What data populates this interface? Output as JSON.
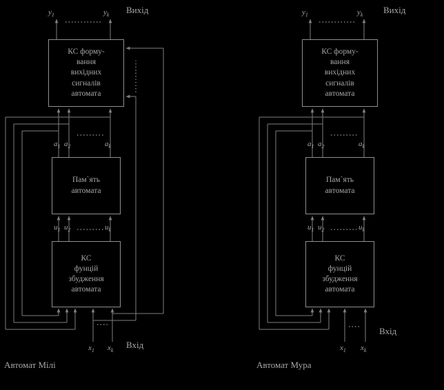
{
  "colors": {
    "background": "#000000",
    "line": "#7f7f7f",
    "border": "#8f8f8f",
    "text": "#a6a6a6"
  },
  "diagrams": [
    {
      "id": "mealy",
      "caption": "Автомат Мілі",
      "output_word": "Вихід",
      "input_word": "Вхід",
      "blocks": {
        "output_circuit": "КС форму-\nвання\nвихідних\nсигналів\nавтомата",
        "memory": "Пам`ять\nавтомата",
        "excitation": "КС\nфунцій\nзбудження\nавтомата"
      },
      "signals": {
        "y": [
          {
            "base": "y",
            "sub": "1"
          },
          {
            "base": "y",
            "sub": "k"
          }
        ],
        "a": [
          {
            "base": "a",
            "sub": "1"
          },
          {
            "base": "a",
            "sub": "2"
          },
          {
            "base": "a",
            "sub": "k"
          }
        ],
        "u": [
          {
            "base": "u",
            "sub": "1"
          },
          {
            "base": "u",
            "sub": "2"
          },
          {
            "base": "u",
            "sub": "k"
          }
        ],
        "x": [
          {
            "base": "x",
            "sub": "1"
          },
          {
            "base": "x",
            "sub": "k"
          }
        ]
      }
    },
    {
      "id": "moore",
      "caption": "Автомат Мура",
      "output_word": "Вихід",
      "input_word": "Вхід",
      "blocks": {
        "output_circuit": "КС форму-\nвання\nвихідних\nсигналів\nавтомата",
        "memory": "Пам`ять\nавтомата",
        "excitation": "КС\nфунцій\nзбудження\nавтомата"
      },
      "signals": {
        "y": [
          {
            "base": "y",
            "sub": "1"
          },
          {
            "base": "y",
            "sub": "k"
          }
        ],
        "a": [
          {
            "base": "a",
            "sub": "1"
          },
          {
            "base": "a",
            "sub": "2"
          },
          {
            "base": "a",
            "sub": "k"
          }
        ],
        "u": [
          {
            "base": "u",
            "sub": "1"
          },
          {
            "base": "u",
            "sub": "2"
          },
          {
            "base": "u",
            "sub": "k"
          }
        ],
        "x": [
          {
            "base": "x",
            "sub": "1"
          },
          {
            "base": "x",
            "sub": "k"
          }
        ]
      }
    }
  ]
}
